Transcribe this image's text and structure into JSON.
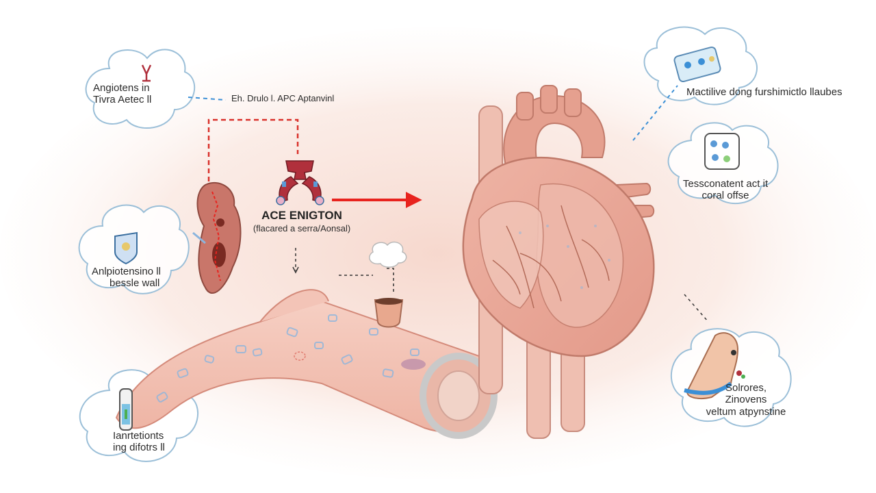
{
  "labels": {
    "top_left": [
      "Angiotens in",
      "Tivra Aetec ll"
    ],
    "top_middle": "Eh. Drulo l. APC Aptanvinl",
    "ace_title": "ACE ENIGTON",
    "ace_subtitle": "(flacared a serra/Aonsal)",
    "mid_left": [
      "Anlpiotensino ll",
      "bessle wall"
    ],
    "bottom_left": [
      "Ianrtetionts",
      "ing difotrs ll"
    ],
    "top_right": "Mactilive dong furshimictlo llaubes",
    "mid_right": [
      "Tessconatent act it",
      "coral offse"
    ],
    "bottom_right": [
      "Solrores,",
      "Zinovens",
      "veltum atpynstine"
    ]
  },
  "colors": {
    "background_glow": "#f7dfd6",
    "heart_fill": "#e9a99a",
    "heart_stroke": "#c87a6a",
    "vessel_fill": "#f3c4b7",
    "red_arrow": "#e8231e",
    "red_dashed": "#d9302a",
    "blue_dashed": "#3b8fd6",
    "cloud_stroke": "#9bbfd8",
    "enzyme": "#b0303c",
    "text": "#2a2a2a"
  }
}
